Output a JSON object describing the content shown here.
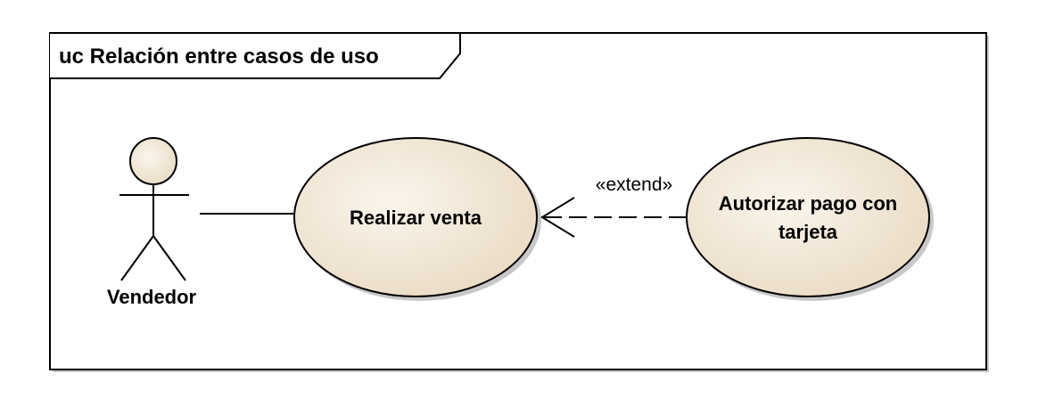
{
  "frame": {
    "title": "uc Relación entre casos de uso"
  },
  "actor": {
    "name": "Vendedor"
  },
  "use_cases": {
    "main": {
      "line1": "Realizar venta"
    },
    "extension": {
      "line1": "Autorizar pago con",
      "line2": "tarjeta"
    }
  },
  "relationship": {
    "stereotype": "«extend»"
  },
  "colors": {
    "use_case_fill": "#f5ecdf",
    "use_case_fill_dark": "#e9dcc6",
    "shadow": "#c8c8c8",
    "stroke": "#000000",
    "frame_fill": "#ffffff"
  }
}
